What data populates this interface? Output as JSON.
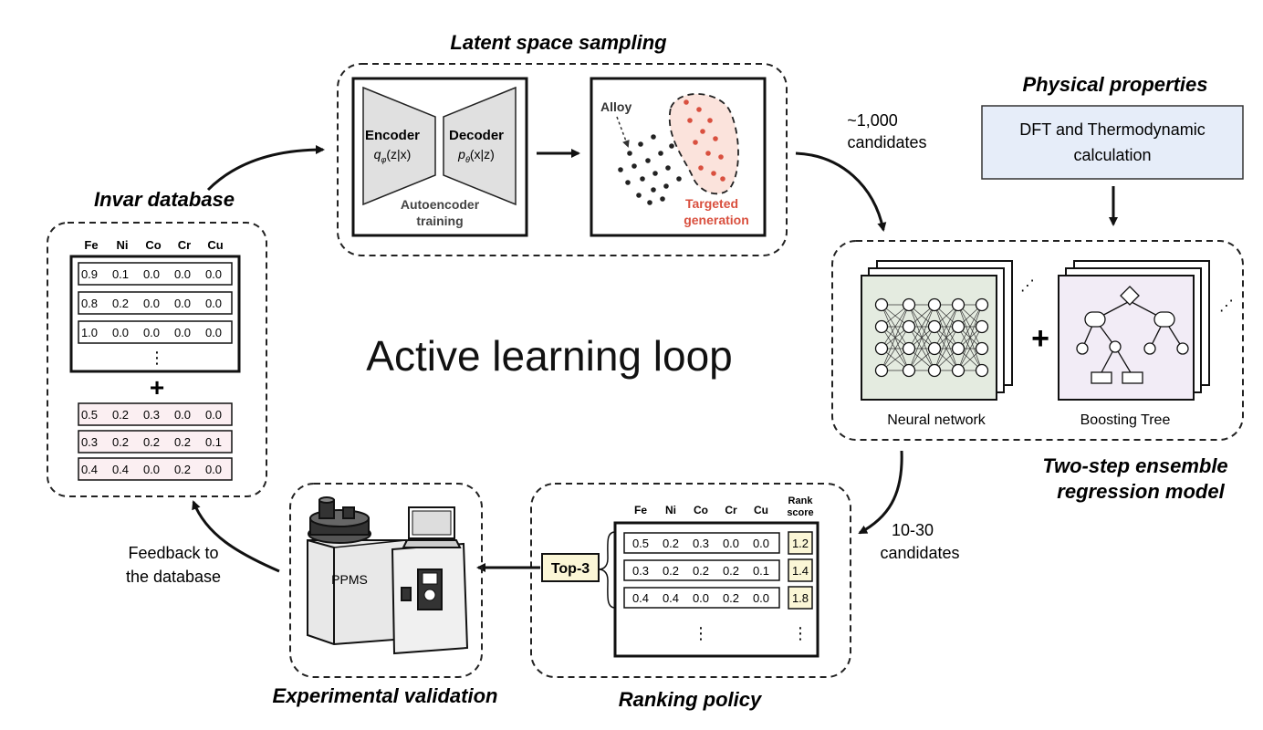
{
  "center_title": "Active learning loop",
  "latent": {
    "title": "Latent space sampling",
    "encoder": {
      "label": "Encoder",
      "formula_a": "q",
      "formula_sub": "φ",
      "formula_b": "(z|x)"
    },
    "decoder": {
      "label": "Decoder",
      "formula_a": "p",
      "formula_sub": "θ",
      "formula_b": "(x|z)"
    },
    "autoencoder_line1": "Autoencoder",
    "autoencoder_line2": "training",
    "alloy_label": "Alloy",
    "targeted_line1": "Targeted",
    "targeted_line2": "generation"
  },
  "candidates_1000_line1": "~1,000",
  "candidates_1000_line2": "candidates",
  "physical": {
    "title": "Physical properties",
    "box_line1": "DFT and Thermodynamic",
    "box_line2": "calculation"
  },
  "ensemble": {
    "nn_label": "Neural network",
    "bt_label": "Boosting Tree",
    "plus": "+",
    "title_line1": "Two-step ensemble",
    "title_line2": "regression model"
  },
  "candidates_10_30_line1": "10-30",
  "candidates_10_30_line2": "candidates",
  "ranking": {
    "title": "Ranking policy",
    "headers": [
      "Fe",
      "Ni",
      "Co",
      "Cr",
      "Cu"
    ],
    "rank_header_line1": "Rank",
    "rank_header_line2": "score",
    "rows": [
      {
        "values": [
          "0.5",
          "0.2",
          "0.3",
          "0.0",
          "0.0"
        ],
        "score": "1.2"
      },
      {
        "values": [
          "0.3",
          "0.2",
          "0.2",
          "0.2",
          "0.1"
        ],
        "score": "1.4"
      },
      {
        "values": [
          "0.4",
          "0.4",
          "0.0",
          "0.2",
          "0.0"
        ],
        "score": "1.8"
      }
    ],
    "ellipsis": "⋮",
    "top3": "Top-3"
  },
  "experimental": {
    "title": "Experimental validation",
    "ppms": "PPMS"
  },
  "feedback_line1": "Feedback to",
  "feedback_line2": "the database",
  "invar": {
    "title": "Invar database",
    "headers": [
      "Fe",
      "Ni",
      "Co",
      "Cr",
      "Cu"
    ],
    "existing_rows": [
      [
        "0.9",
        "0.1",
        "0.0",
        "0.0",
        "0.0"
      ],
      [
        "0.8",
        "0.2",
        "0.0",
        "0.0",
        "0.0"
      ],
      [
        "1.0",
        "0.0",
        "0.0",
        "0.0",
        "0.0"
      ]
    ],
    "ellipsis": "⋮",
    "plus": "+",
    "new_rows": [
      [
        "0.5",
        "0.2",
        "0.3",
        "0.0",
        "0.0"
      ],
      [
        "0.3",
        "0.2",
        "0.2",
        "0.2",
        "0.1"
      ],
      [
        "0.4",
        "0.4",
        "0.0",
        "0.2",
        "0.0"
      ]
    ]
  },
  "colors": {
    "accent_red": "#d9503f",
    "target_fill": "#fbe3dc",
    "physical_fill": "#e6edf9",
    "nn_fill": "#e4ebe0",
    "bt_fill": "#f2ecf6",
    "new_row_fill": "#fbeff2",
    "score_fill": "#fbf6d6"
  }
}
